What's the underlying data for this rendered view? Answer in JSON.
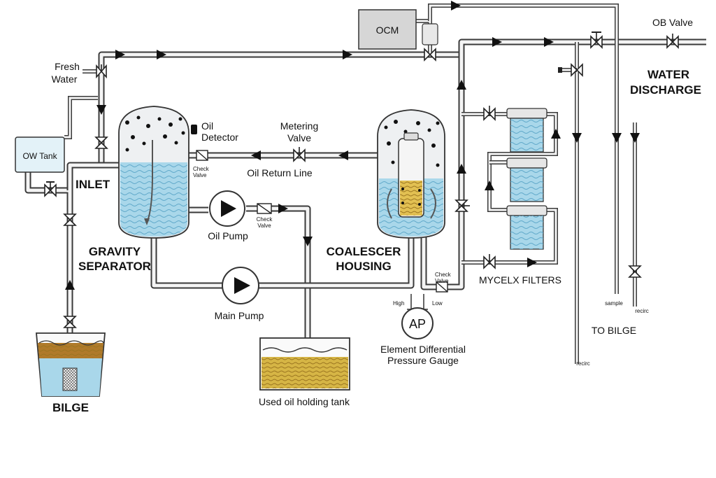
{
  "labels": {
    "ocm": "OCM",
    "ob_valve": "OB Valve",
    "fresh_water": [
      "Fresh",
      "Water"
    ],
    "ow_tank": "OW Tank",
    "inlet": "INLET",
    "oil_detector": [
      "Oil",
      "Detector"
    ],
    "metering_valve": [
      "Metering",
      "Valve"
    ],
    "oil_return_line": "Oil Return Line",
    "check_valve": [
      "Check",
      "Valve"
    ],
    "oil_pump": "Oil Pump",
    "gravity_separator": [
      "GRAVITY",
      "SEPARATOR"
    ],
    "coalescer_housing": [
      "COALESCER",
      "HOUSING"
    ],
    "water_discharge": [
      "WATER",
      "DISCHARGE"
    ],
    "mycelx_filters": "MYCELX FILTERS",
    "main_pump": "Main Pump",
    "high": "High",
    "low": "Low",
    "dp_gauge_symbol": "AP",
    "dp_gauge": [
      "Element Differential",
      "Pressure Gauge"
    ],
    "used_oil_tank": "Used oil holding tank",
    "bilge": "BILGE",
    "sample": "sample",
    "recirc": "recirc",
    "to_bilge": "TO BILGE"
  },
  "colors": {
    "pipe": "#3a3a3a",
    "water": "#a9d7ea",
    "oil": "#c9a13b",
    "bilge_oil": "#b07a2a",
    "vessel_fill": "#eef0f2",
    "box": "#d6d6d6"
  },
  "icons": [
    "pump-icon",
    "valve-icon",
    "check-valve-icon",
    "flow-arrow-icon",
    "pressure-gauge-icon"
  ]
}
